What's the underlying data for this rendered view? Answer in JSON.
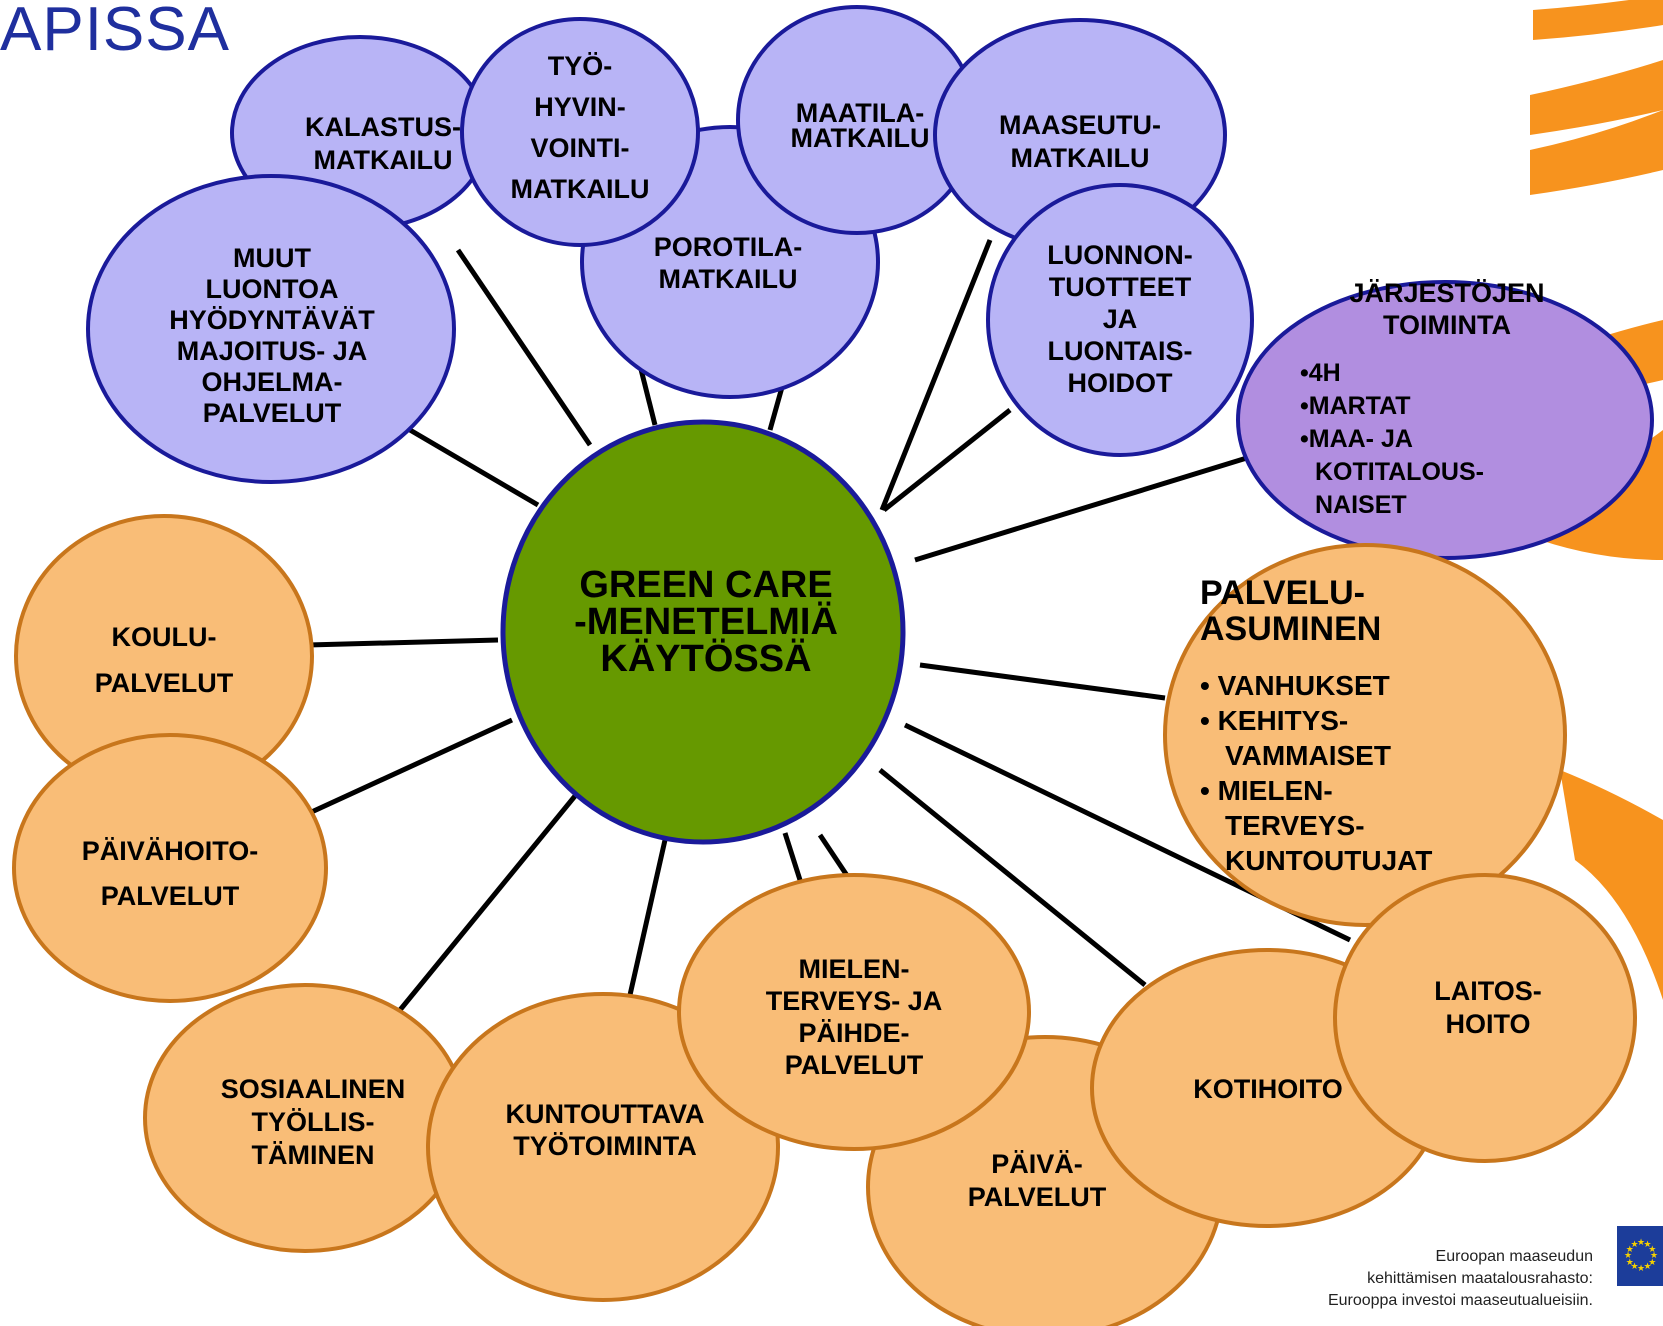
{
  "header": {
    "title": "APISSA"
  },
  "center": {
    "lines": [
      "GREEN CARE",
      "-MENETELMIÄ",
      "KÄYTÖSSÄ"
    ]
  },
  "nodes": [
    {
      "id": "kalastusmatkailu",
      "lines": [
        "KALASTUS-",
        "MATKAILU"
      ]
    },
    {
      "id": "porotilamatkailu",
      "lines": [
        "POROTILA-",
        "MATKAILU"
      ]
    },
    {
      "id": "tyohyvinvointimatkailu",
      "lines": [
        "TYÖ-",
        "HYVIN-",
        "VOINTI-",
        "MATKAILU"
      ]
    },
    {
      "id": "maatilamatkailu",
      "lines": [
        "MAATILA-",
        "MATKAILU"
      ]
    },
    {
      "id": "maaseutumatkailu",
      "lines": [
        "MAASEUTU-",
        "MATKAILU"
      ]
    },
    {
      "id": "muut-palvelut",
      "lines": [
        "MUUT",
        "LUONTOA",
        "HYÖDYNTÄVÄT",
        "MAJOITUS- JA",
        "OHJELMA-",
        "PALVELUT"
      ]
    },
    {
      "id": "luonnontuotteet",
      "lines": [
        "LUONNON-",
        "TUOTTEET",
        "JA",
        "LUONTAIS-",
        "HOIDOT"
      ]
    },
    {
      "id": "jarjestojen-toiminta",
      "title": [
        "JÄRJESTÖJEN",
        "TOIMINTA"
      ],
      "bullets": [
        "•4H",
        "•MARTAT",
        "•MAA- JA",
        "KOTITALOUS-",
        "NAISET"
      ]
    },
    {
      "id": "koulupalvelut",
      "lines": [
        "KOULU-",
        "PALVELUT"
      ]
    },
    {
      "id": "paivahoitopalvelut",
      "lines": [
        "PÄIVÄHOITO-",
        "PALVELUT"
      ]
    },
    {
      "id": "palveluasuminen",
      "title": [
        "PALVELU-",
        "ASUMINEN"
      ],
      "bullets": [
        "• VANHUKSET",
        "• KEHITYS-",
        "VAMMAISET",
        "• MIELEN-",
        "TERVEYS-",
        "KUNTOUTUJAT"
      ]
    },
    {
      "id": "sosiaalinen-tyollistaminen",
      "lines": [
        "SOSIAALINEN",
        "TYÖLLIS-",
        "TÄMINEN"
      ]
    },
    {
      "id": "kuntouttava-tyotoiminta",
      "lines": [
        "KUNTOUTTAVA",
        "TYÖTOIMINTA"
      ]
    },
    {
      "id": "paivapalvelut",
      "lines": [
        "PÄIVÄ-",
        "PALVELUT"
      ]
    },
    {
      "id": "kotihoito",
      "lines": [
        "KOTIHOITO"
      ]
    },
    {
      "id": "laitoshoito",
      "lines": [
        "LAITOS-",
        "HOITO"
      ]
    },
    {
      "id": "mielenterveys-paihdepalvelut",
      "lines": [
        "MIELEN-",
        "TERVEYS- JA",
        "PÄIHDE-",
        "PALVELUT"
      ]
    }
  ],
  "colors": {
    "tourism_fill": "#b8b4f6",
    "tourism_stroke": "#1a1a9a",
    "organisation_fill": "#b18ee0",
    "care_fill": "#f9bd77",
    "care_stroke": "#c8761c",
    "center_fill": "#669900",
    "center_stroke": "#1a1a9a",
    "decor_orange": "#f7931e"
  },
  "footer": {
    "lines": [
      "Euroopan maaseudun",
      "kehittämisen maatalousrahasto:",
      "Eurooppa investoi maaseutualueisiin."
    ]
  }
}
